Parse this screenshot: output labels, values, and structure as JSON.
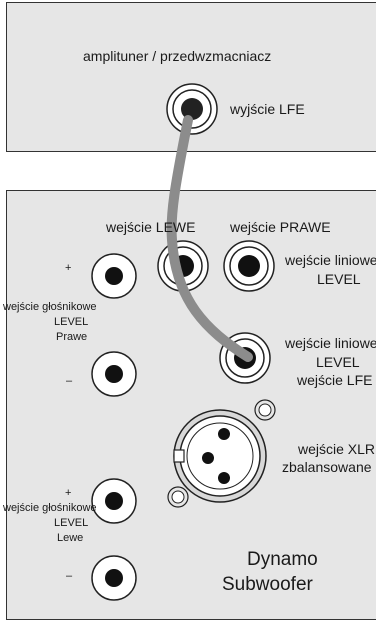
{
  "amplifier": {
    "title": "amplituner / przedwzmacniacz",
    "lfe_output_label": "wyjście LFE"
  },
  "subwoofer": {
    "left_input_label": "wejście LEWE",
    "right_input_label": "wejście PRAWE",
    "line_level_label_1": "wejście liniowe",
    "line_level_label_2": "LEVEL",
    "line_lfe_label_1": "wejście liniowe",
    "line_lfe_label_2": "LEVEL",
    "line_lfe_label_3": "wejście LFE",
    "xlr_label_1": "wejście XLR",
    "xlr_label_2": "zbalansowane",
    "speaker_right_1": "wejście głośnikowe",
    "speaker_right_2": "LEVEL",
    "speaker_right_3": "Prawe",
    "speaker_left_1": "wejście głośnikowe",
    "speaker_left_2": "LEVEL",
    "speaker_left_3": "Lewe",
    "plus_sign": "+",
    "minus_sign": "–",
    "brand_line_1": "Dynamo",
    "brand_line_2": "Subwoofer"
  },
  "colors": {
    "panel": "#e6e6e6",
    "cable": "#8c8c8c",
    "border": "#333333"
  }
}
